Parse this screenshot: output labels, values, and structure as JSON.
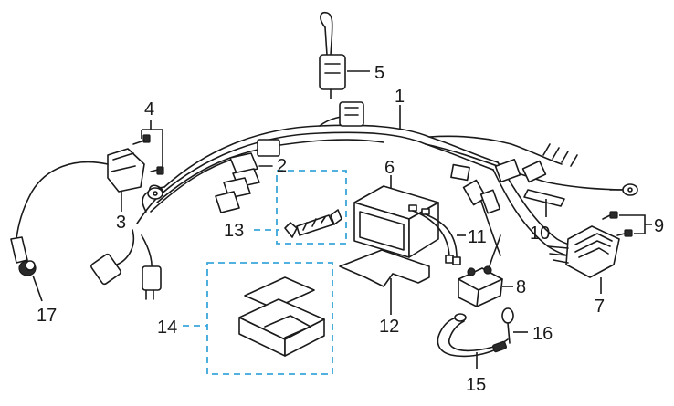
{
  "callouts": {
    "c1": "1",
    "c2": "2",
    "c3": "3",
    "c4": "4",
    "c5": "5",
    "c6": "6",
    "c7": "7",
    "c8": "8",
    "c9": "9",
    "c10": "10",
    "c11": "11",
    "c12": "12",
    "c13": "13",
    "c14": "14",
    "c15": "15",
    "c16": "16",
    "c17": "17"
  },
  "colors": {
    "line": "#1a1a1a",
    "dashed_group": "#3aa6d9",
    "background": "#ffffff"
  }
}
